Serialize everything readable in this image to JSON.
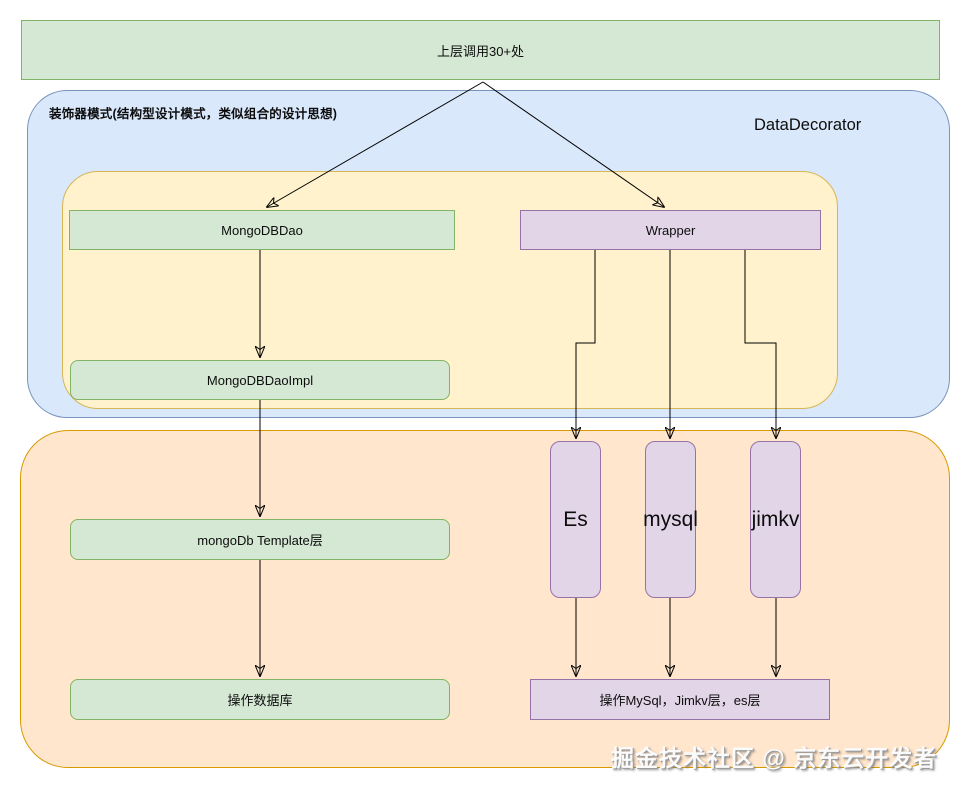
{
  "diagram": {
    "top_node": {
      "label": "上层调用30+处"
    },
    "decorator_group": {
      "title": "装饰器模式(结构型设计模式，类似组合的设计思想)",
      "name": "DataDecorator",
      "nodes": {
        "mongodbdao": "MongoDBDao",
        "wrapper": "Wrapper",
        "mongodbdaoimpl": "MongoDBDaoImpl"
      }
    },
    "data_layer_group": {
      "nodes": {
        "template": "mongoDb Template层",
        "operate_db": "操作数据库",
        "es": "Es",
        "mysql": "mysql",
        "jimkv": "jimkv",
        "operate_mysql": "操作MySql，Jimkv层，es层"
      }
    },
    "watermark": "掘金技术社区 @ 京东云开发者",
    "colors": {
      "green_fill": "#d5e8d4",
      "green_border": "#82b366",
      "purple_fill": "#e1d5e7",
      "purple_border": "#9673a6",
      "blue_fill": "#dae8fc",
      "blue_border": "#7a93bd",
      "yellow_fill": "#fff2cc",
      "yellow_border": "#d6b656",
      "orange_fill": "#ffe6cc",
      "orange_border": "#d79b00",
      "connector": "#000000"
    }
  }
}
